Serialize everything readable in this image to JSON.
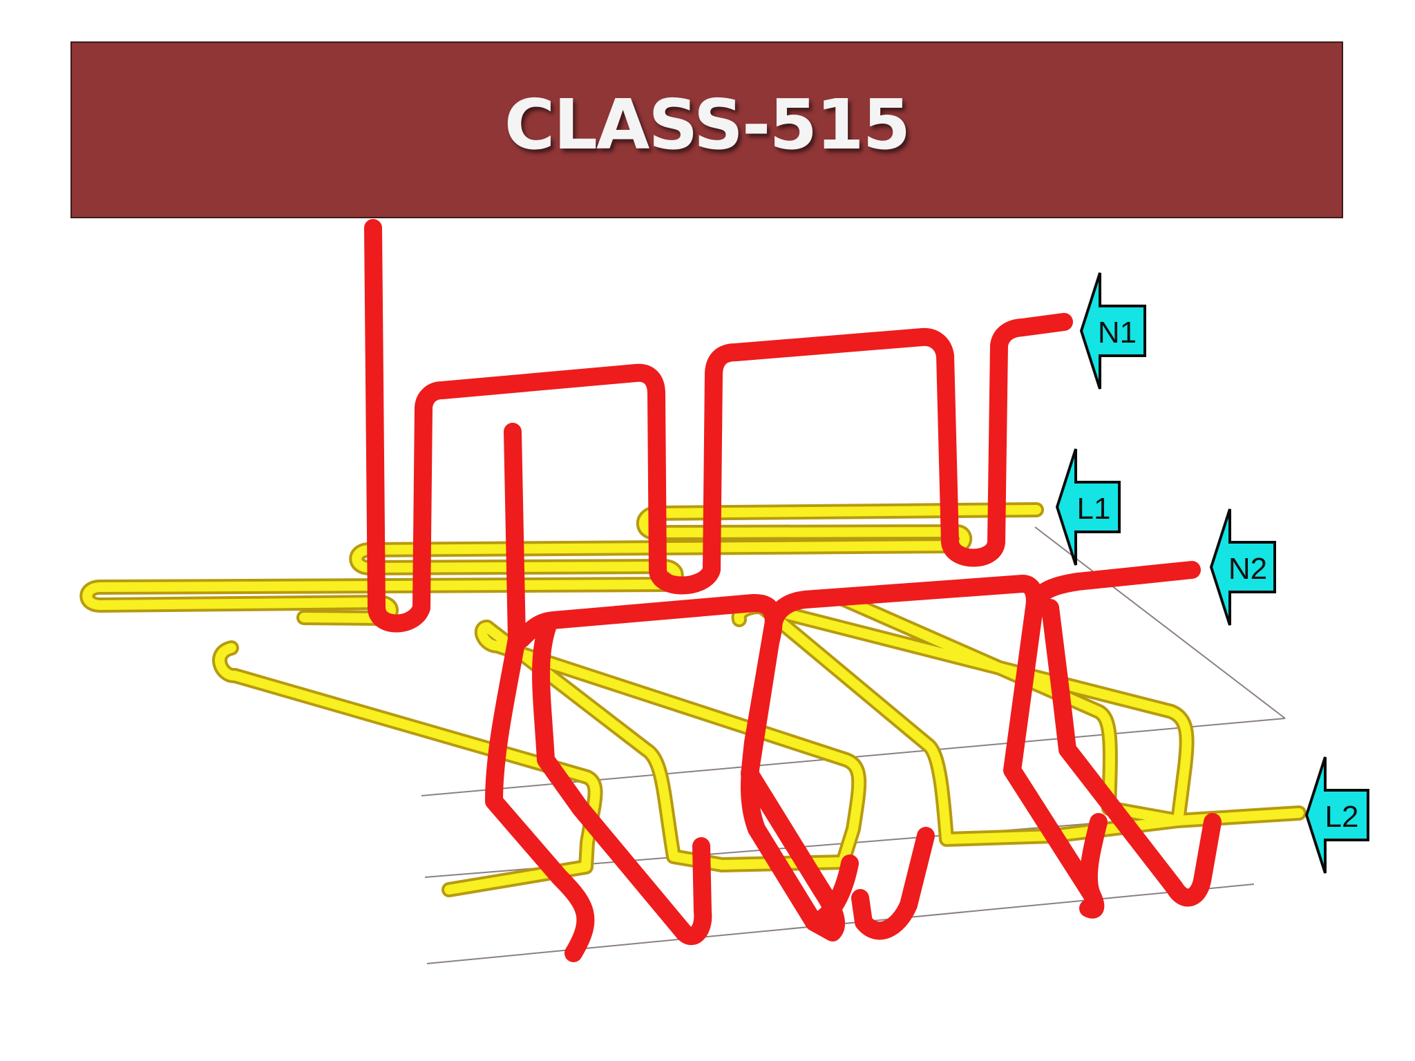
{
  "slide": {
    "title": "CLASS-515"
  },
  "labels": [
    {
      "id": "n1",
      "text": "N1"
    },
    {
      "id": "l1",
      "text": "L1"
    },
    {
      "id": "n2",
      "text": "N2"
    },
    {
      "id": "l2",
      "text": "L2"
    }
  ],
  "colors": {
    "title_background": "#903637",
    "needle_loop_yarn": "#ee1c1c",
    "looper_yarn": "#f8f020",
    "looper_outline": "#b79a10",
    "arrow_label": "#14e4e4"
  }
}
